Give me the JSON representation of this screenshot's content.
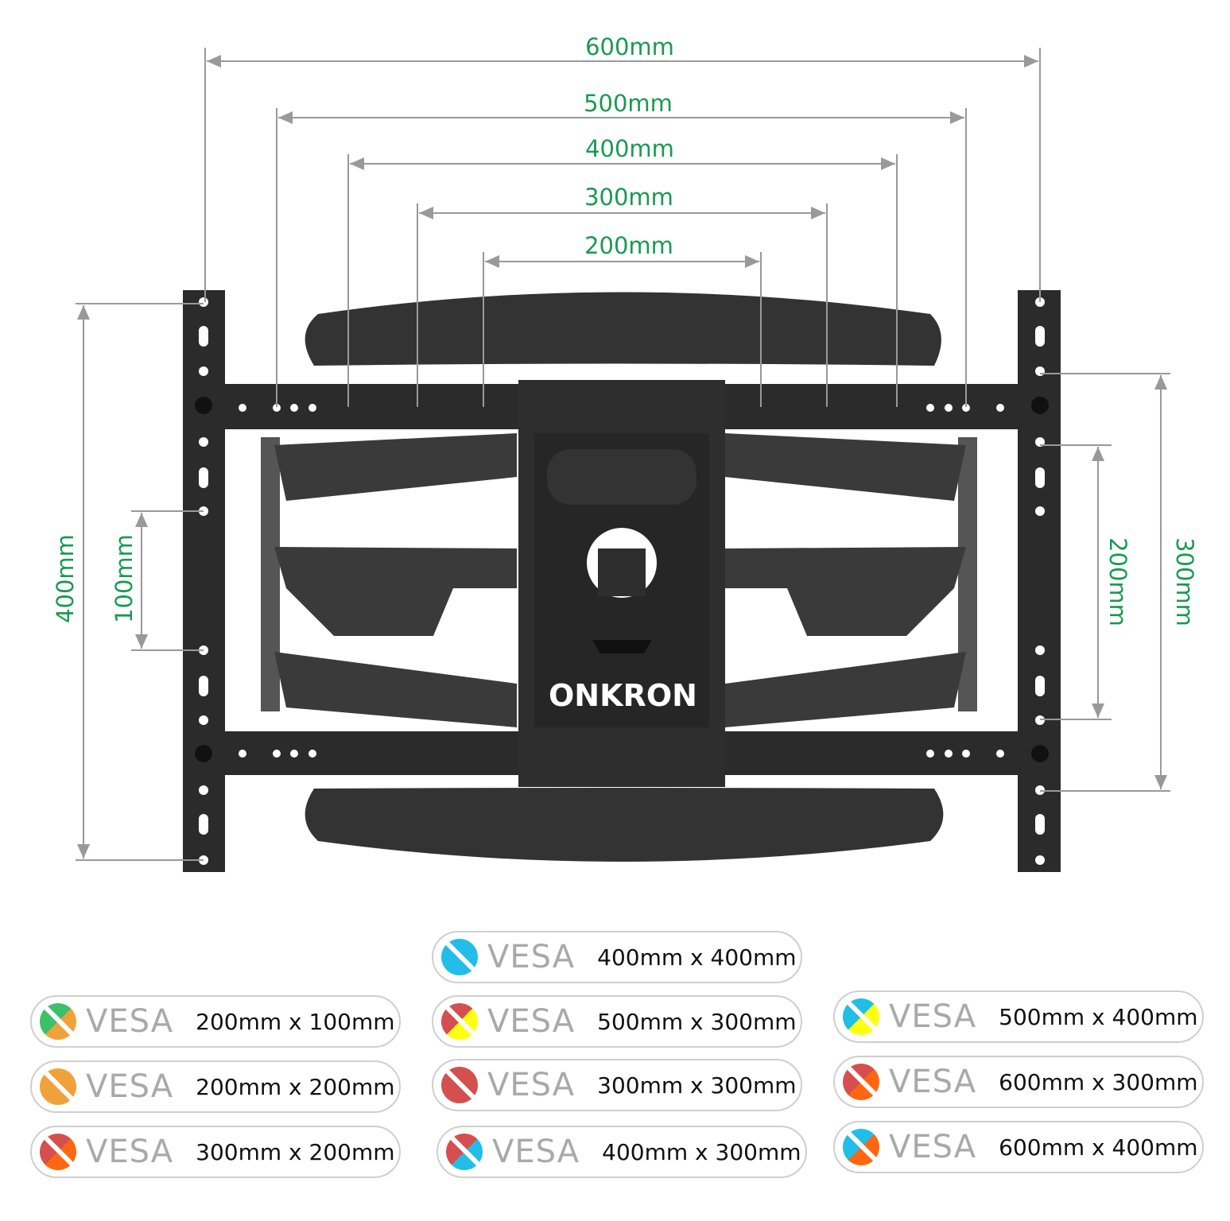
{
  "horizontal_dimensions": [
    "600mm",
    "500mm",
    "400mm",
    "300mm",
    "200mm"
  ],
  "vertical_dimensions": {
    "left_outer": "400mm",
    "left_inner": "100mm",
    "right_inner": "200mm",
    "right_outer": "300mm"
  },
  "logo": "ONKRON",
  "colors": {
    "dimension_text": "#1a9a50",
    "mount": "#2b2b2b",
    "green": "#3cc06a",
    "orange": "#f0a23a",
    "red": "#d64f4f",
    "orange_red": "#ff6612",
    "yellow": "#ffff10",
    "blue": "#22bde8"
  },
  "badges": [
    {
      "label": "VESA",
      "size": "400mm x 400mm",
      "top": "#22bde8",
      "bottom": "#22bde8"
    },
    {
      "label": "VESA",
      "size": "200mm x 100mm",
      "top": "#3cc06a",
      "bottom": "#f0a23a"
    },
    {
      "label": "VESA",
      "size": "500mm x 300mm",
      "top": "#d64f4f",
      "bottom": "#ffff10"
    },
    {
      "label": "VESA",
      "size": "500mm x 400mm",
      "top": "#22bde8",
      "bottom": "#ffff10"
    },
    {
      "label": "VESA",
      "size": "200mm x 200mm",
      "top": "#f0a23a",
      "bottom": "#f0a23a"
    },
    {
      "label": "VESA",
      "size": "300mm x 300mm",
      "top": "#d64f4f",
      "bottom": "#d64f4f"
    },
    {
      "label": "VESA",
      "size": "600mm x 300mm",
      "top": "#d64f4f",
      "bottom": "#ff6612"
    },
    {
      "label": "VESA",
      "size": "300mm x 200mm",
      "top": "#d64f4f",
      "bottom": "#ff6612"
    },
    {
      "label": "VESA",
      "size": "400mm x 300mm",
      "top": "#d64f4f",
      "bottom": "#22bde8"
    },
    {
      "label": "VESA",
      "size": "600mm x 400mm",
      "top": "#22bde8",
      "bottom": "#ff6612"
    }
  ]
}
